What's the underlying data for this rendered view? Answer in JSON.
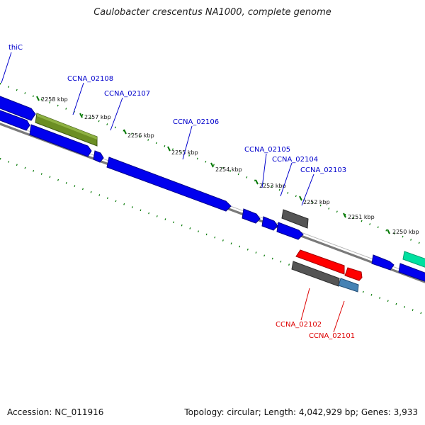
{
  "title": "Caulobacter crescentus NA1000, complete genome",
  "footer": {
    "accession": "Accession: NC_011916",
    "summary": "Topology: circular; Length: 4,042,929 bp; Genes: 3,933"
  },
  "colors": {
    "background": "#ffffff",
    "backbone": "#8c8c8c",
    "forward_label": "#0000cc",
    "reverse_label": "#dd0000",
    "tick": "#007700",
    "cds_blue": "#0000ee",
    "gene_olive": "#6b8e23",
    "gene_grey": "#555555",
    "gene_red": "#ff0000",
    "gene_steelblue": "#4682b4",
    "gene_teal": "#00e0a0"
  },
  "position_labels": [
    "2258 kbp",
    "2257 kbp",
    "2256 kbp",
    "2255 kbp",
    "2254 kbp",
    "2253 kbp",
    "2252 kbp",
    "2251 kbp",
    "2250 kbp"
  ],
  "gene_labels": {
    "forward": [
      "thiC",
      "CCNA_02108",
      "CCNA_02107",
      "CCNA_02106",
      "CCNA_02105",
      "CCNA_02104",
      "CCNA_02103"
    ],
    "reverse": [
      "CCNA_02102",
      "CCNA_02101"
    ]
  }
}
